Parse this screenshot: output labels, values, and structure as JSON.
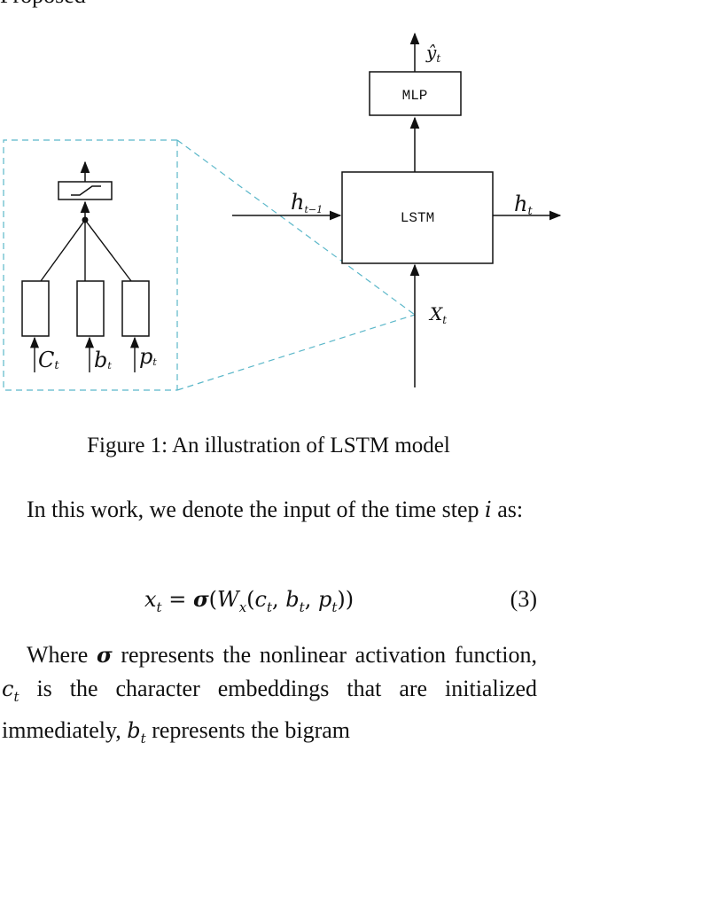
{
  "top_fragment": "Proposed",
  "figure": {
    "nodes": {
      "mlp": "MLP",
      "lstm": "LSTM",
      "y_hat": "ŷ",
      "y_sub": "t",
      "h_prev": "h",
      "h_prev_sub": "t−1",
      "h_t": "h",
      "h_t_sub": "t",
      "x_t": "X",
      "x_t_sub": "t",
      "c_t": "C",
      "c_t_sub": "t",
      "b_t": "b",
      "b_t_sub": "t",
      "p_t": "p",
      "p_t_sub": "t"
    },
    "colors": {
      "stroke": "#111111",
      "dashed": "#5bb7c9"
    }
  },
  "caption": "Figure 1: An illustration of LSTM model",
  "para1": {
    "text_before": "In this work, we denote the input of the time step ",
    "var_i": "i",
    "text_after": " as:"
  },
  "equation": {
    "body": "x",
    "number": "(3)"
  },
  "para2": {
    "t1": "Where ",
    "sigma": "σ",
    "t2": " represents the nonlinear activation function, ",
    "c": "c",
    "c_sub": "t",
    "t3": " is the character embeddings that are initialized immediately, ",
    "b": "b",
    "b_sub": "t",
    "t4": " represents the bigram"
  }
}
